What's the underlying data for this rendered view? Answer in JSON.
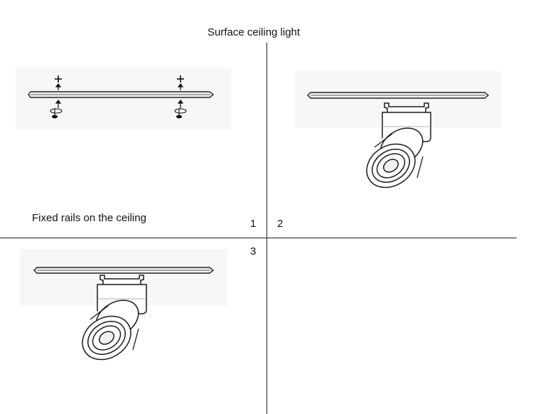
{
  "title": "Surface ceiling light",
  "step1": {
    "caption": "Fixed rails on the ceiling",
    "number": "1"
  },
  "step2": {
    "number": "2"
  },
  "step3": {
    "number": "3"
  },
  "colors": {
    "line": "#222222",
    "rail_fill": "#f4f4f4",
    "panel_bg": "#f7f7f7"
  },
  "icons": [
    "screw-icon",
    "arrow-up-icon",
    "rotate-icon",
    "track-light-icon"
  ]
}
